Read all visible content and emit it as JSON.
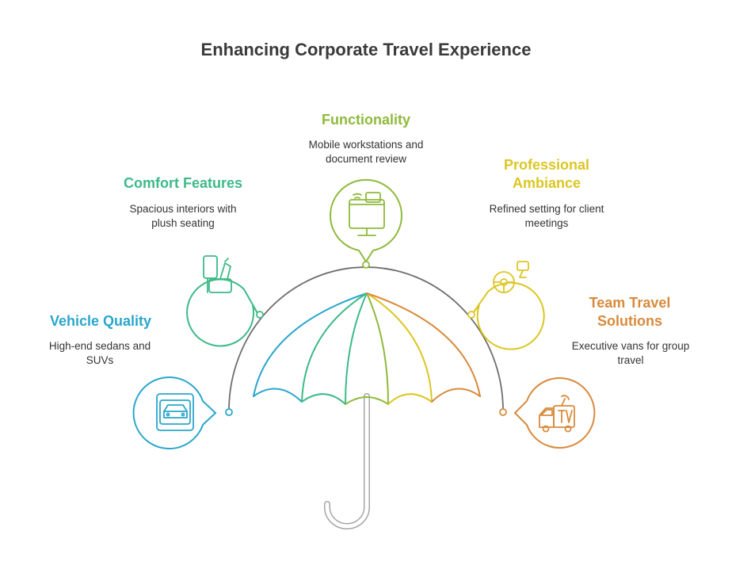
{
  "title": "Enhancing Corporate Travel Experience",
  "items": [
    {
      "label": "Vehicle Quality",
      "description": "High-end sedans and SUVs",
      "color": "#2aa6cc",
      "icon": "car-icon"
    },
    {
      "label": "Comfort Features",
      "description": "Spacious interiors with plush seating",
      "color": "#3dba88",
      "icon": "seat-icon"
    },
    {
      "label": "Functionality",
      "description": "Mobile workstations and document review",
      "color": "#8fba3c",
      "icon": "workstation-icon"
    },
    {
      "label": "Professional Ambiance",
      "description": "Refined setting for client meetings",
      "color": "#dcc623",
      "icon": "steering-wheel-icon"
    },
    {
      "label": "Team Travel Solutions",
      "description": "Executive vans for group travel",
      "color": "#d88a3c",
      "icon": "van-icon"
    }
  ],
  "colors": {
    "umbrella_handle": "#aaaaaa",
    "arc": "#6f6f6f"
  }
}
